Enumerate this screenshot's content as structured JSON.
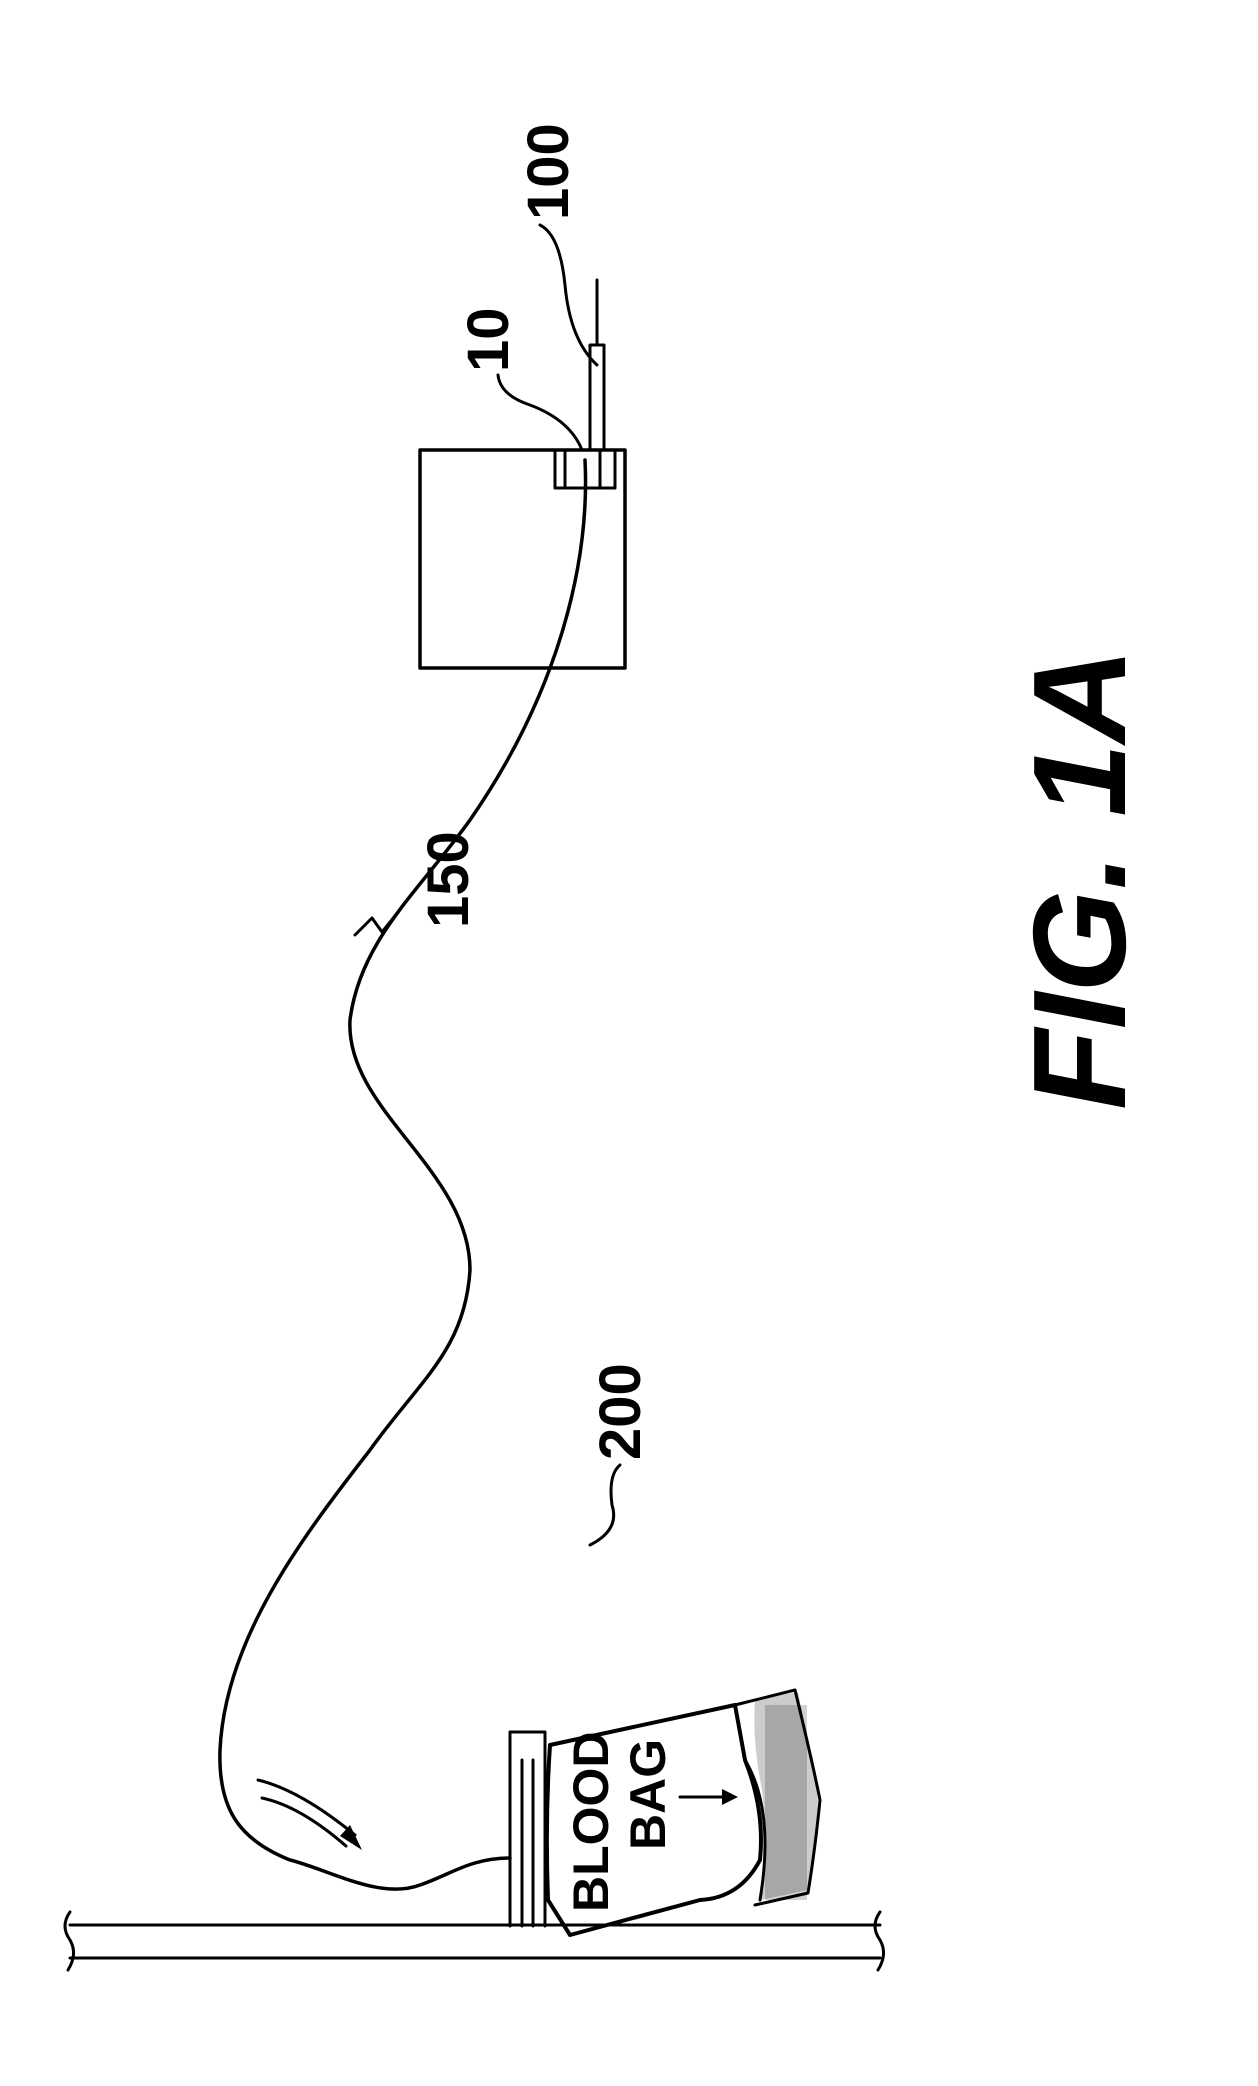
{
  "figure": {
    "title": "FIG. 1A",
    "labels": {
      "device": "10",
      "needle": "100",
      "tubing": "150",
      "bag": "200"
    },
    "bag_text": {
      "line1": "BLOOD",
      "line2": "BAG"
    }
  }
}
